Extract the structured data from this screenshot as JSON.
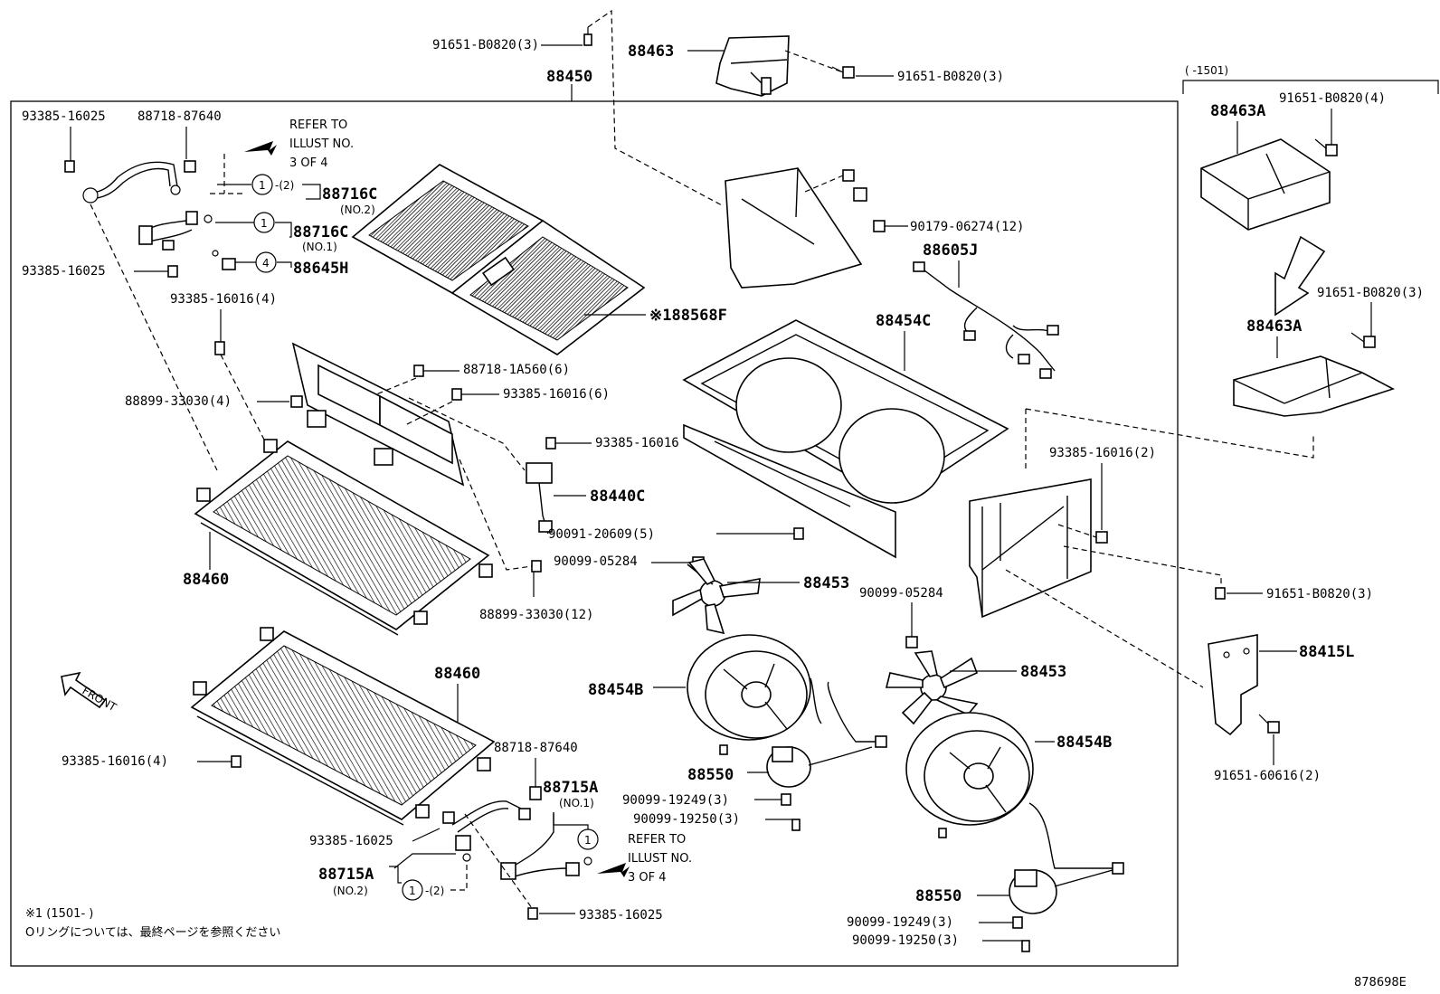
{
  "diagram": {
    "frame_label": "88450",
    "inset_range": "(      -1501)",
    "drawing_number": "878698E",
    "note_line1": "※1 (1501-       )",
    "note_line2": "Oリングについては、最終ページを参照ください",
    "front_label": "FRONT",
    "refer_top": [
      "REFER TO",
      "ILLUST NO.",
      "3 OF 4"
    ],
    "refer_bottom": [
      "REFER TO",
      "ILLUST NO.",
      "3 OF 4"
    ],
    "circle_1": "1",
    "circle_4": "4",
    "suffix_2": "-(2)",
    "no1": "(NO.1)",
    "no2": "(NO.2)",
    "labels": {
      "p91651_b0820_3_top": "91651-B0820(3)",
      "p88463": "88463",
      "p91651_b0820_3_r": "91651-B0820(3)",
      "p93385_16025_a": "93385-16025",
      "p88718_87640_a": "88718-87640",
      "p88716c_no2": "88716C",
      "p88716c_no1": "88716C",
      "p88645h": "88645H",
      "p93385_16025_b": "93385-16025",
      "p93385_16016_4a": "93385-16016(4)",
      "p88568f": "※188568F",
      "p88718_1a560": "88718-1A560(6)",
      "p93385_16016_6": "93385-16016(6)",
      "p88899_33030_4": "88899-33030(4)",
      "p93385_16016": "93385-16016",
      "p88440c": "88440C",
      "p88460_a": "88460",
      "p88899_33030_12": "88899-33030(12)",
      "p90179_06274": "90179-06274(12)",
      "p88605j": "88605J",
      "p88454c": "88454C",
      "p90091_20609": "90091-20609(5)",
      "p90099_05284_a": "90099-05284",
      "p88453_a": "88453",
      "p90099_05284_b": "90099-05284",
      "p88453_b": "88453",
      "p88454b_a": "88454B",
      "p88454b_b": "88454B",
      "p88550_a": "88550",
      "p90099_19249_a": "90099-19249(3)",
      "p90099_19250_a": "90099-19250(3)",
      "p88550_b": "88550",
      "p90099_19249_b": "90099-19249(3)",
      "p90099_19250_b": "90099-19250(3)",
      "p88460_b": "88460",
      "p93385_16016_4b": "93385-16016(4)",
      "p88718_87640_b": "88718-87640",
      "p88715a_no1": "88715A",
      "p93385_16025_c": "93385-16025",
      "p88715a_no2": "88715A",
      "p93385_16025_d": "93385-16025",
      "p91651_b0820_4": "91651-B0820(4)",
      "p88463a_a": "88463A",
      "p91651_b0820_3_inset": "91651-B0820(3)",
      "p88463a_b": "88463A",
      "p93385_16016_2": "93385-16016(2)",
      "p91651_b0820_3_low": "91651-B0820(3)",
      "p88415l": "88415L",
      "p91651_60616": "91651-60616(2)"
    }
  }
}
